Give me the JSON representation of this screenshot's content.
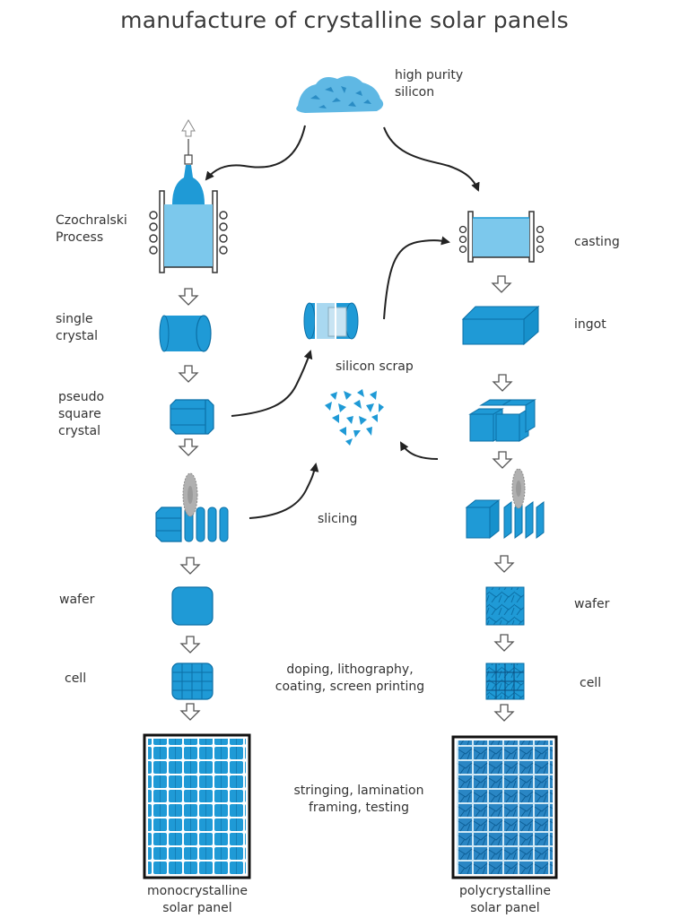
{
  "title": "manufacture of crystalline solar panels",
  "labels": {
    "high_purity_silicon": "high purity\nsilicon",
    "czochralski": "Czochralski\nProcess",
    "casting": "casting",
    "single_crystal": "single\ncrystal",
    "ingot": "ingot",
    "silicon_scrap": "silicon scrap",
    "pseudo_square": "pseudo\nsquare\ncrystal",
    "slicing": "slicing",
    "wafer_left": "wafer",
    "wafer_right": "wafer",
    "cell_left": "cell",
    "cell_right": "cell",
    "doping": "doping, lithography,\ncoating, screen printing",
    "stringing": "stringing, lamination\nframing, testing",
    "mono_panel": "monocrystalline\nsolar panel",
    "poly_panel": "polycrystalline\nsolar panel"
  },
  "colors": {
    "blue": "#1f9ad6",
    "blue_dark": "#0b6fa6",
    "light_blue": "#7cc8ec",
    "arrow": "#222222"
  }
}
